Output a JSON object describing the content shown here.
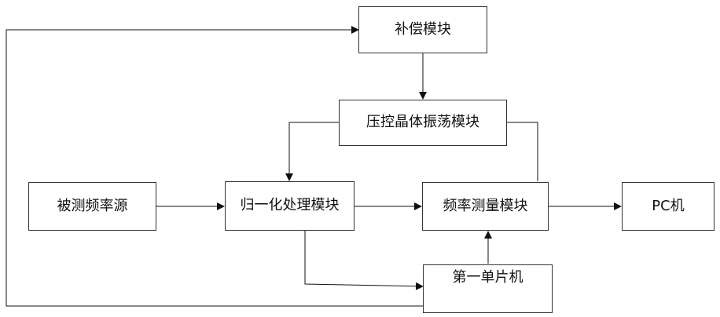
{
  "nodes": {
    "compensation": "补偿模块",
    "vcxo": "压控晶体振荡模块",
    "source": "被测频率源",
    "normalize": "归一化处理模块",
    "freq_measure": "频率测量模块",
    "pc": "PC机",
    "mcu": "第一单片机"
  },
  "edges": [
    {
      "from": "compensation",
      "to": "vcxo"
    },
    {
      "from": "vcxo",
      "to": "normalize"
    },
    {
      "from": "vcxo",
      "to": "freq_measure"
    },
    {
      "from": "source",
      "to": "normalize"
    },
    {
      "from": "normalize",
      "to": "freq_measure"
    },
    {
      "from": "freq_measure",
      "to": "pc"
    },
    {
      "from": "normalize",
      "to": "mcu"
    },
    {
      "from": "mcu",
      "to": "freq_measure"
    },
    {
      "from": "mcu",
      "to": "compensation"
    }
  ]
}
